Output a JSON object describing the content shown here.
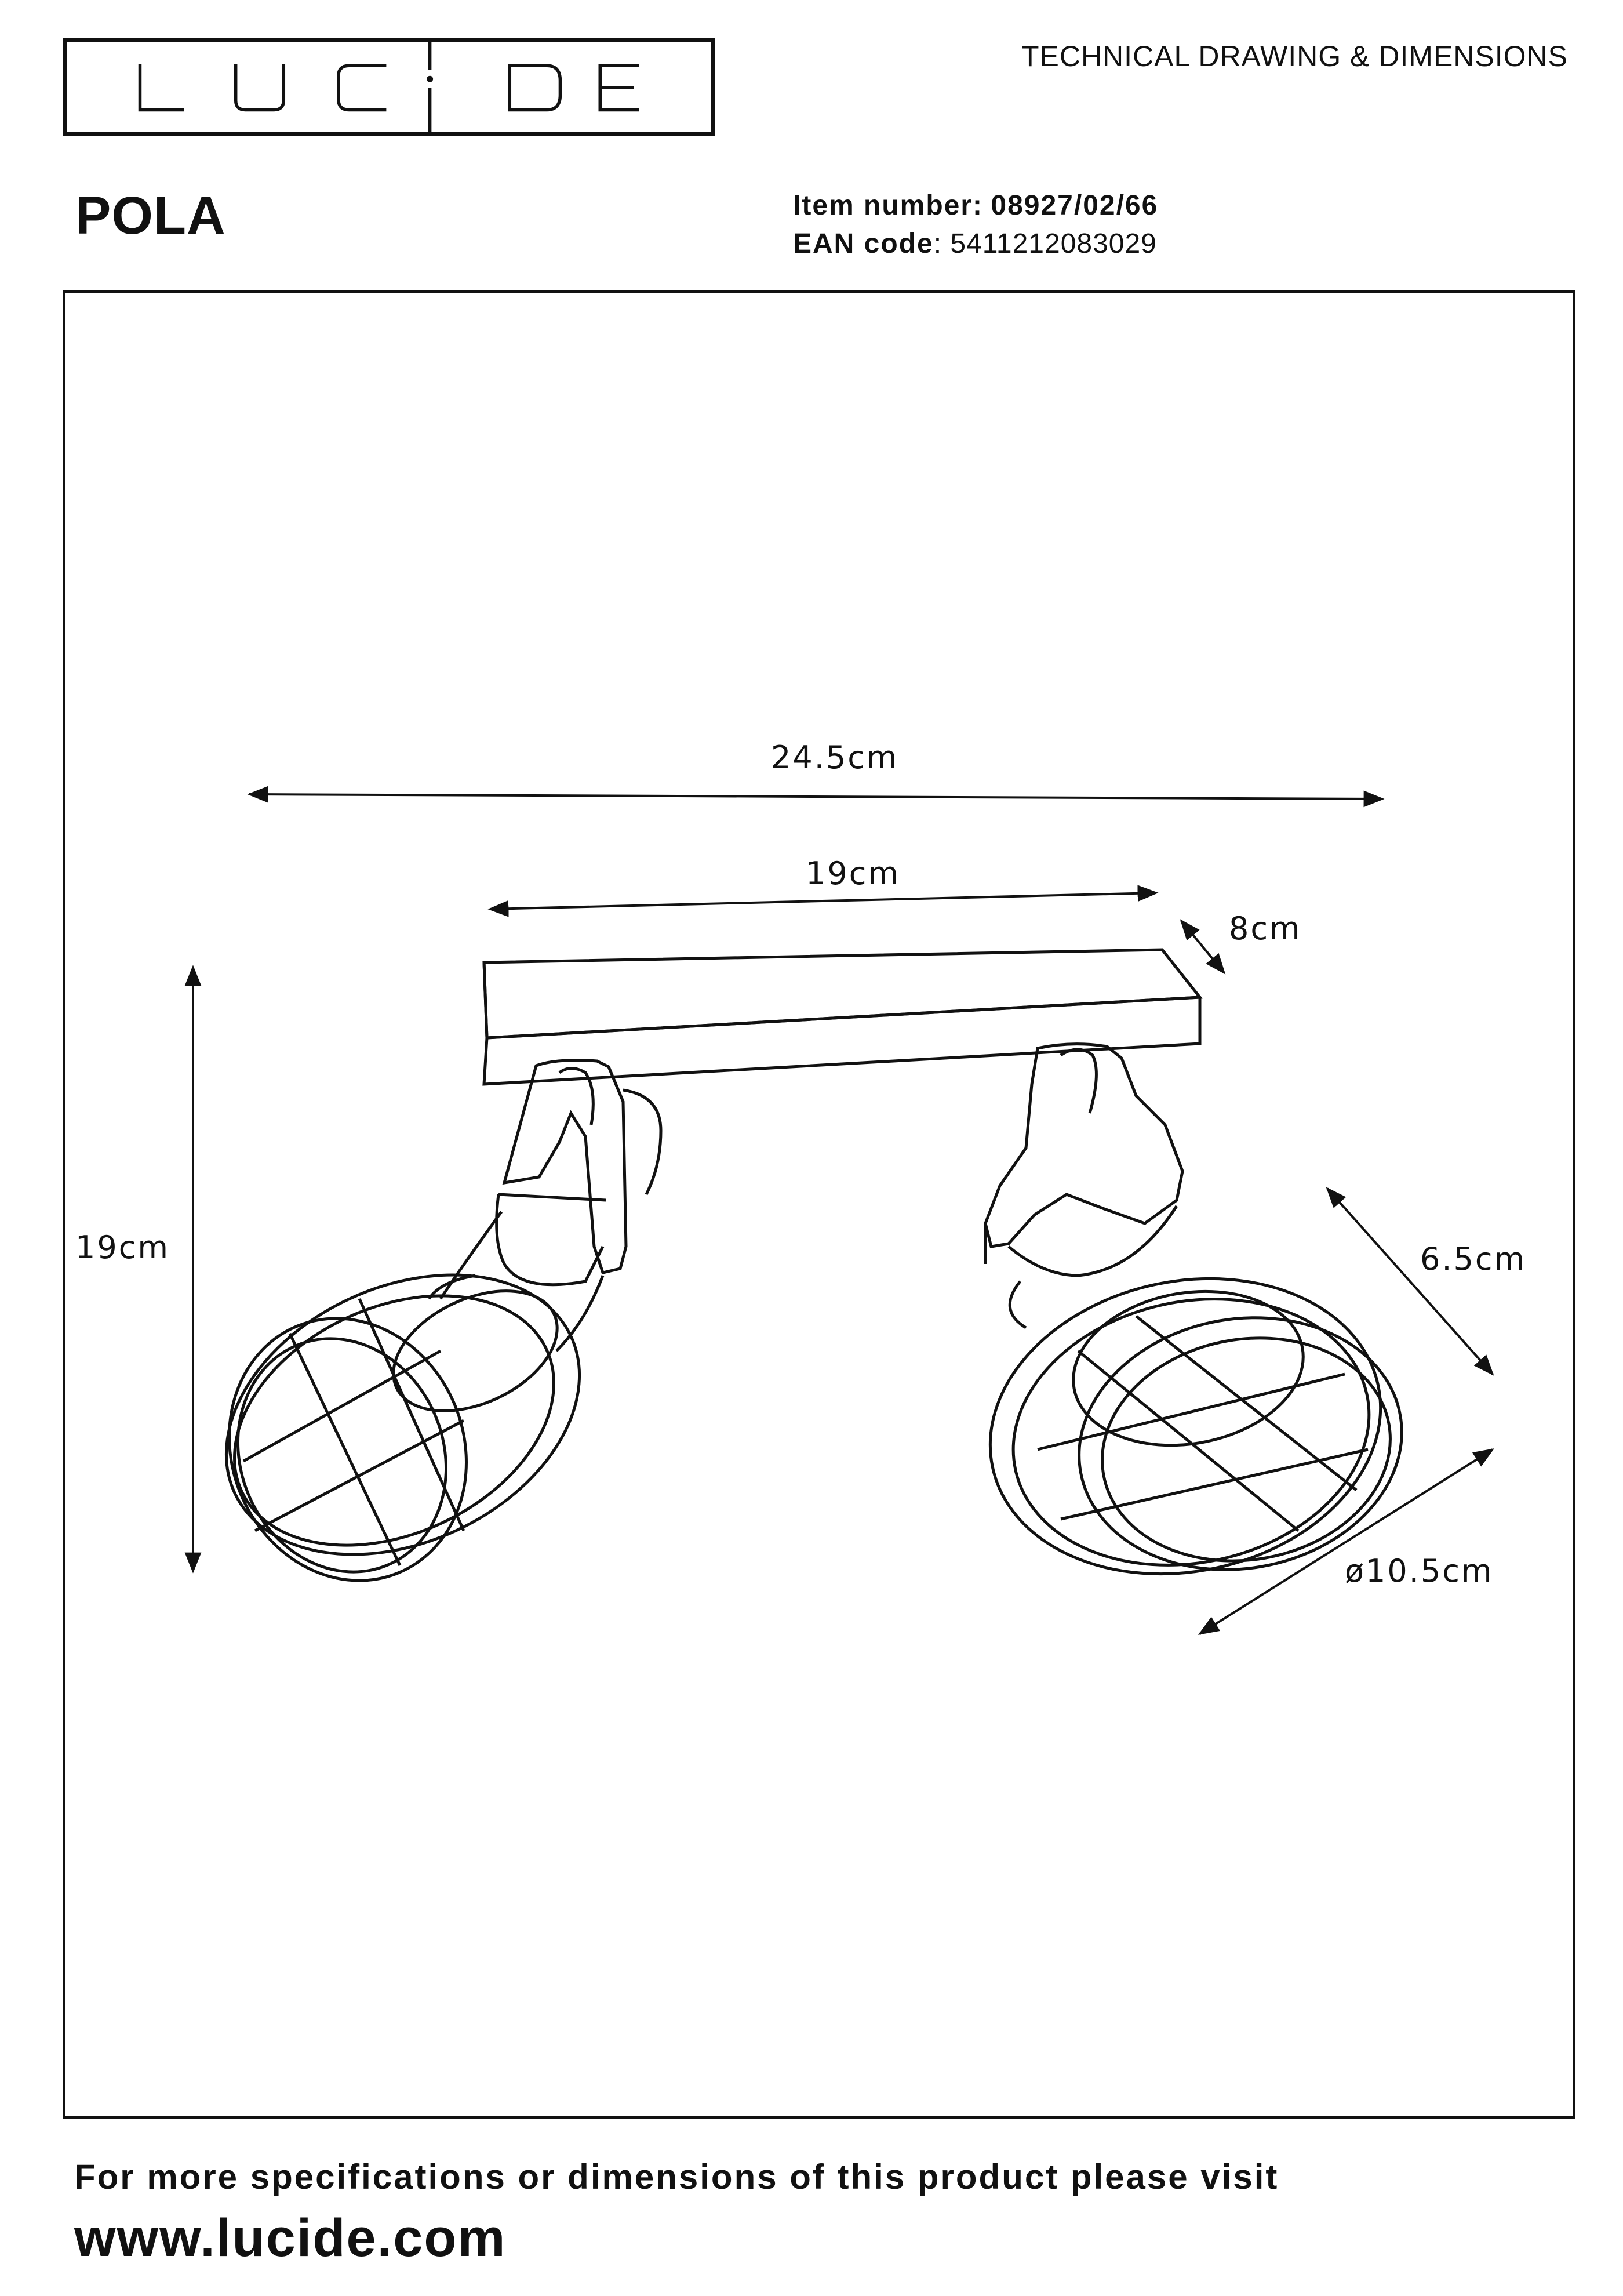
{
  "brand": {
    "logo_text": "LUCIDE"
  },
  "header": {
    "doc_type": "TECHNICAL DRAWING & DIMENSIONS",
    "product_name": "POLA",
    "item_number_label": "Item number:",
    "item_number_value": "08927/02/66",
    "ean_label": "EAN code",
    "ean_value": ": 5411212083029"
  },
  "dimensions": {
    "total_width": "24.5cm",
    "base_length": "19cm",
    "base_depth": "8cm",
    "height": "19cm",
    "shade_depth": "6.5cm",
    "shade_diameter": "ø10.5cm"
  },
  "footer": {
    "note": "For more specifications or dimensions of this product please visit",
    "url": "www.lucide.com"
  }
}
